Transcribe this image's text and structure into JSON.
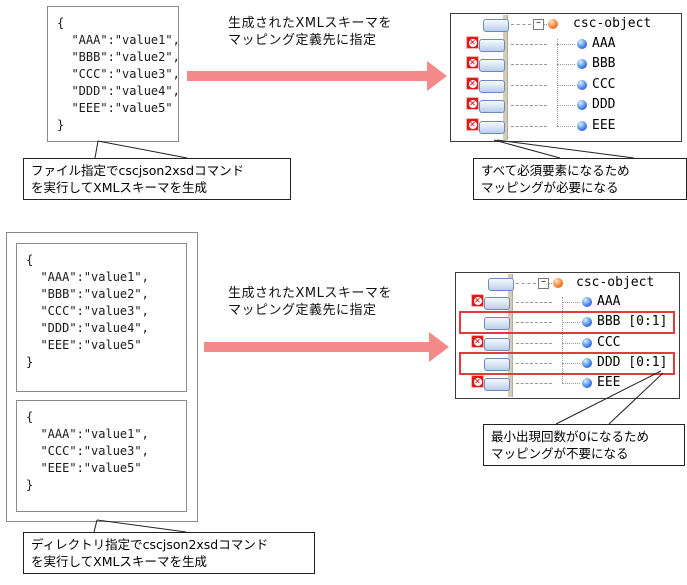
{
  "colors": {
    "arrow": "#f4898a",
    "highlight_box": "#e23b3b",
    "required_icon": "#e21717",
    "tree_divider": "#d4ccba"
  },
  "top": {
    "json_box": {
      "lines": [
        "{",
        "  \"AAA\":\"value1\",",
        "  \"BBB\":\"value2\",",
        "  \"CCC\":\"value3\",",
        "  \"DDD\":\"value4\",",
        "  \"EEE\":\"value5\"",
        "}"
      ]
    },
    "arrow_label_line1": "生成されたXMLスキーマを",
    "arrow_label_line2": "マッピング定義先に指定",
    "tree": {
      "root": "csc-object",
      "children": [
        {
          "label": "AAA",
          "unmapped_marker": true
        },
        {
          "label": "BBB",
          "unmapped_marker": true
        },
        {
          "label": "CCC",
          "unmapped_marker": true
        },
        {
          "label": "DDD",
          "unmapped_marker": true
        },
        {
          "label": "EEE",
          "unmapped_marker": true
        }
      ]
    },
    "source_callout_line1": "ファイル指定でcscjson2xsdコマンド",
    "source_callout_line2": "を実行してXMLスキーマを生成",
    "result_callout_line1": "すべて必須要素になるため",
    "result_callout_line2": "マッピングが必要になる"
  },
  "bottom": {
    "json_box1": {
      "lines": [
        "{",
        "  \"AAA\":\"value1\",",
        "  \"BBB\":\"value2\",",
        "  \"CCC\":\"value3\",",
        "  \"DDD\":\"value4\",",
        "  \"EEE\":\"value5\"",
        "}"
      ]
    },
    "json_box2": {
      "lines": [
        "{",
        "  \"AAA\":\"value1\",",
        "  \"CCC\":\"value3\",",
        "  \"EEE\":\"value5\"",
        "}"
      ]
    },
    "arrow_label_line1": "生成されたXMLスキーマを",
    "arrow_label_line2": "マッピング定義先に指定",
    "tree": {
      "root": "csc-object",
      "children": [
        {
          "label": "AAA",
          "unmapped_marker": true,
          "highlighted": false
        },
        {
          "label": "BBB [0:1]",
          "unmapped_marker": false,
          "highlighted": true
        },
        {
          "label": "CCC",
          "unmapped_marker": true,
          "highlighted": false
        },
        {
          "label": "DDD [0:1]",
          "unmapped_marker": false,
          "highlighted": true
        },
        {
          "label": "EEE",
          "unmapped_marker": true,
          "highlighted": false
        }
      ]
    },
    "result_callout_line1": "最小出現回数が0になるため",
    "result_callout_line2": "マッピングが不要になる",
    "source_callout_line1": "ディレクトリ指定でcscjson2xsdコマンド",
    "source_callout_line2": "を実行してXMLスキーマを生成"
  }
}
